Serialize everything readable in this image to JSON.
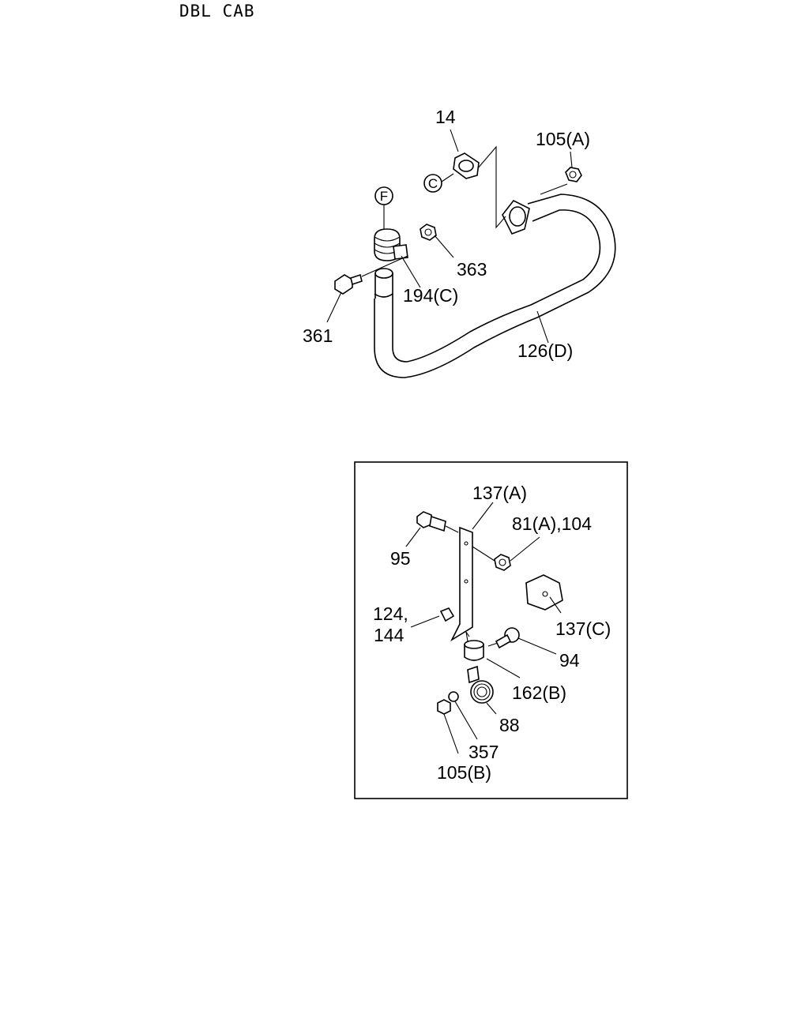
{
  "header": {
    "title": "DBL CAB"
  },
  "callouts": {
    "c14": "14",
    "c105a": "105(A)",
    "circle_c": "C",
    "circle_f": "F",
    "c363": "363",
    "c194c": "194(C)",
    "c361": "361",
    "c126d": "126(D)",
    "c137a": "137(A)",
    "c81a104": "81(A),104",
    "c95": "95",
    "c124": "124,",
    "c144": "144",
    "c137c": "137(C)",
    "c94": "94",
    "c162b": "162(B)",
    "c88": "88",
    "c357": "357",
    "c105b": "105(B)"
  }
}
